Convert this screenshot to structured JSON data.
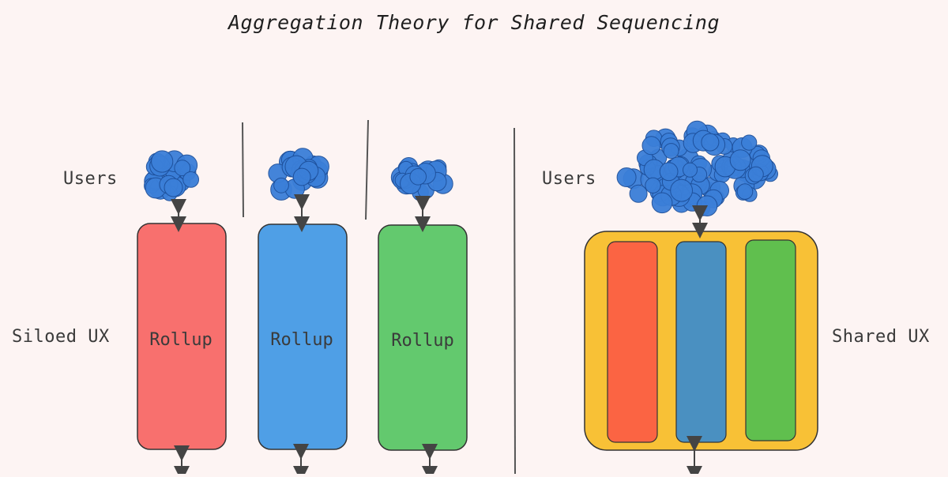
{
  "title": "Aggregation Theory for Shared Sequencing",
  "left_section": {
    "users_label": "Users",
    "ux_label": "Siloed UX",
    "rollups": [
      {
        "label": "Rollup",
        "color": "#f8706e"
      },
      {
        "label": "Rollup",
        "color": "#4f9fe6"
      },
      {
        "label": "Rollup",
        "color": "#63c96e"
      }
    ]
  },
  "right_section": {
    "users_label": "Users",
    "ux_label": "Shared UX",
    "container_color": "#f8c136",
    "lanes": [
      {
        "color": "#fb6443"
      },
      {
        "color": "#4a90c1"
      },
      {
        "color": "#60bf4e"
      }
    ]
  },
  "colors": {
    "background": "#fdf4f3",
    "user_cloud": "#3b7fd8",
    "outline": "#2e2e2e"
  }
}
